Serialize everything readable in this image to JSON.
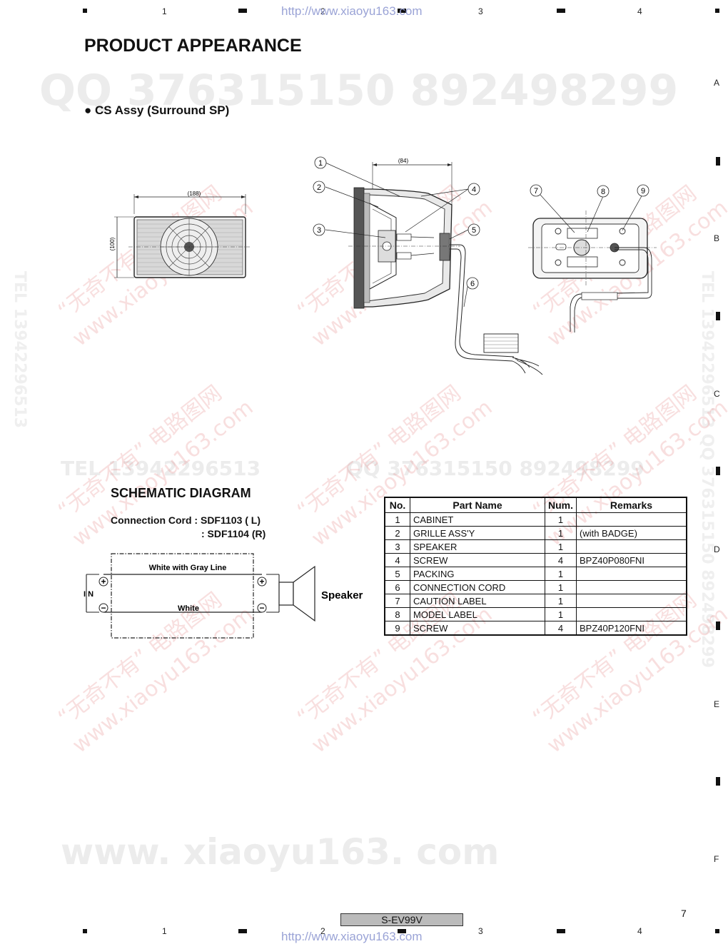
{
  "watermarks": {
    "url": "http://www.xiaoyu163.com",
    "qq_line": "QQ 376315150  892498299",
    "tel_line": "TEL 13942296513",
    "qq_mid": "QQ 376315150  892498299",
    "big_bottom": "www. xiaoyu163. com",
    "diag_cn": "“无奇不有” 电路图网",
    "diag_url": "www.xiaoyu163.com",
    "vert_left": "TEL 13942296513",
    "vert_right": "TEL 13942296513  QQ 376315150  892498299"
  },
  "ruler": {
    "cols": [
      "1",
      "2",
      "3",
      "4"
    ],
    "rows": [
      "A",
      "B",
      "C",
      "D",
      "E",
      "F"
    ]
  },
  "header": {
    "title": "PRODUCT APPEARANCE",
    "subtitle": "● CS Assy (Surround SP)"
  },
  "front_view": {
    "width_dim": "(188)",
    "height_dim": "(100)"
  },
  "side_view": {
    "depth_dim": "(84)",
    "callouts": [
      "1",
      "2",
      "3",
      "4",
      "5",
      "6"
    ]
  },
  "rear_view": {
    "callouts": [
      "7",
      "8",
      "9"
    ]
  },
  "schematic": {
    "title": "SCHEMATIC DIAGRAM",
    "cord_line1": "Connection Cord : SDF1103 ( L)",
    "cord_line2": ": SDF1104 (R)",
    "wire_top": "White with Gray Line",
    "wire_bottom": "White",
    "input_label": "I N",
    "speaker_label": "Speaker",
    "plus": "+",
    "minus": "−"
  },
  "parts_table": {
    "headers": [
      "No.",
      "Part Name",
      "Num.",
      "Remarks"
    ],
    "rows": [
      {
        "no": "1",
        "name": "CABINET",
        "num": "1",
        "remarks": ""
      },
      {
        "no": "2",
        "name": "GRILLE ASS'Y",
        "num": "1",
        "remarks": "(with BADGE)"
      },
      {
        "no": "3",
        "name": "SPEAKER",
        "num": "1",
        "remarks": ""
      },
      {
        "no": "4",
        "name": "SCREW",
        "num": "4",
        "remarks": "BPZ40P080FNI"
      },
      {
        "no": "5",
        "name": "PACKING",
        "num": "1",
        "remarks": ""
      },
      {
        "no": "6",
        "name": "CONNECTION CORD",
        "num": "1",
        "remarks": ""
      },
      {
        "no": "7",
        "name": "CAUTION LABEL",
        "num": "1",
        "remarks": ""
      },
      {
        "no": "8",
        "name": "MODEL LABEL",
        "num": "1",
        "remarks": ""
      },
      {
        "no": "9",
        "name": "SCREW",
        "num": "4",
        "remarks": "BPZ40P120FNI"
      }
    ]
  },
  "footer": {
    "model": "S-EV99V",
    "page": "7"
  }
}
